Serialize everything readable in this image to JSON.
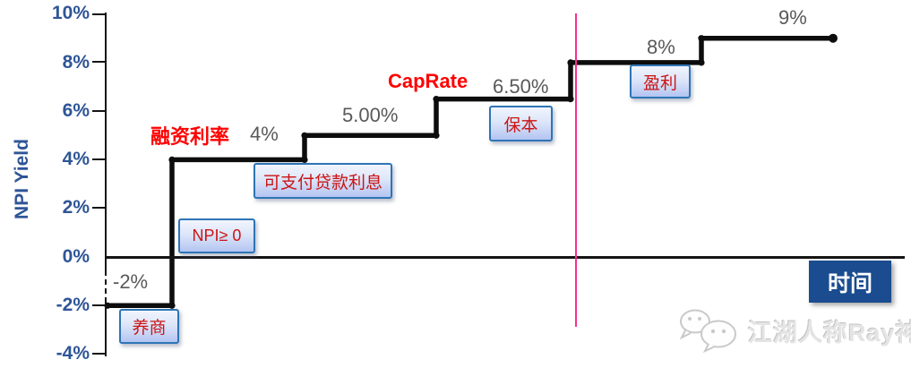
{
  "chart_data": {
    "type": "line",
    "subtype": "step",
    "title": "",
    "ylabel": "NPI Yield",
    "xlabel": "时间",
    "ylim": [
      -4,
      10
    ],
    "ytick_labels": [
      "10%",
      "8%",
      "6%",
      "4%",
      "2%",
      "0%",
      "-2%",
      "-4%"
    ],
    "ytick_values": [
      10,
      8,
      6,
      4,
      2,
      0,
      -2,
      -4
    ],
    "grid": false,
    "legend": "none",
    "series_color": "#0d0d0d",
    "segments": [
      {
        "y": -2,
        "x1": 120,
        "x2": 192,
        "value_label": "-2%"
      },
      {
        "y": 4,
        "x1": 192,
        "x2": 340,
        "value_label": "4%"
      },
      {
        "y": 5,
        "x1": 340,
        "x2": 487,
        "value_label": "5.00%"
      },
      {
        "y": 6.5,
        "x1": 487,
        "x2": 637,
        "value_label": "6.50%"
      },
      {
        "y": 8,
        "x1": 637,
        "x2": 783,
        "value_label": "8%"
      },
      {
        "y": 9,
        "x1": 783,
        "x2": 930,
        "value_label": "9%"
      }
    ],
    "threshold_labels": [
      {
        "text": "融资利率",
        "refers_to": "4%"
      },
      {
        "text": "CapRate",
        "refers_to": "6.50%"
      }
    ],
    "stage_boxes": [
      "养商",
      "NPI≥ 0",
      "可支付贷款利息",
      "保本",
      "盈利"
    ],
    "divider_line": {
      "x": 642,
      "color": "#FA2E8C"
    }
  },
  "watermark": {
    "icon": "wechat-icon",
    "text": "江湖人称Ray神"
  },
  "colors": {
    "axis_label_blue": "#2E5597",
    "annotation_red": "#FE0000",
    "box_text_red": "#CC1414",
    "box_border_blue": "#2E75B6",
    "box_fill_top": "#f1f4fd",
    "box_fill_bottom": "#b3c4f1",
    "time_box_bg": "#1A4C8F",
    "divider_pink": "#FA2E8C",
    "value_gray": "#595959",
    "series_black": "#0d0d0d"
  }
}
